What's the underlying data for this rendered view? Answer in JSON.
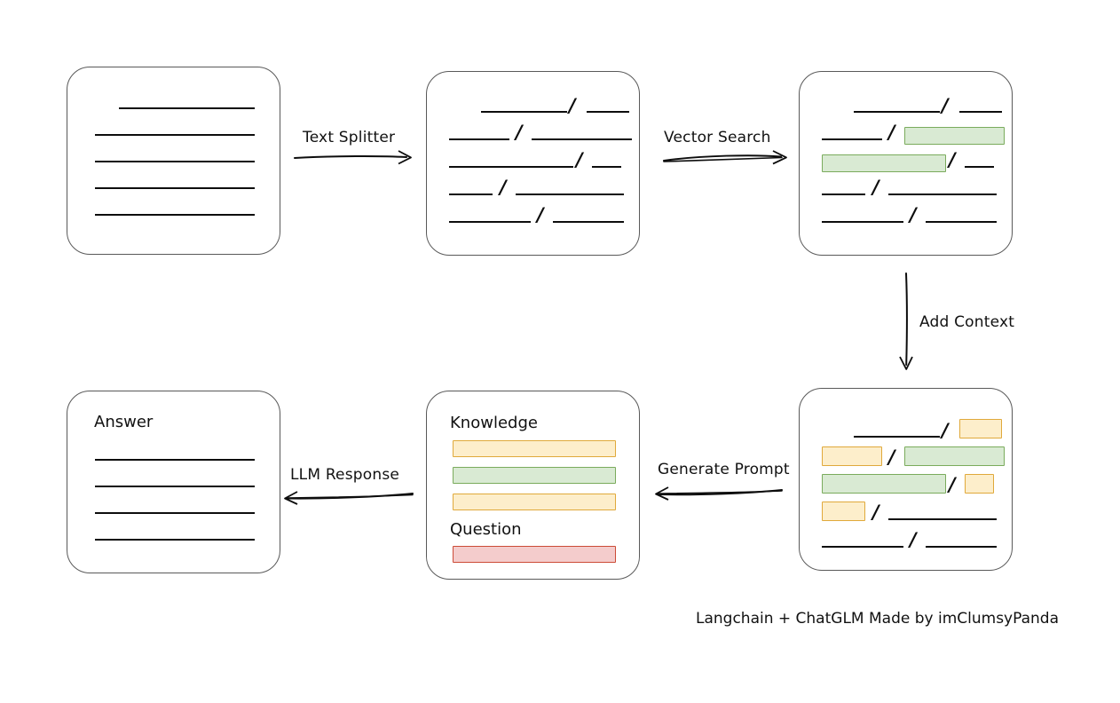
{
  "diagram": {
    "title_note": "Langchain + ChatGLM Made by imClumsyPanda",
    "arrows": [
      {
        "id": "text-splitter",
        "label": "Text Splitter",
        "direction": "right"
      },
      {
        "id": "vector-search",
        "label": "Vector Search",
        "direction": "right"
      },
      {
        "id": "add-context",
        "label": "Add Context",
        "direction": "down"
      },
      {
        "id": "generate-prompt",
        "label": "Generate Prompt",
        "direction": "left"
      },
      {
        "id": "llm-response",
        "label": "LLM Response",
        "direction": "left"
      }
    ],
    "boxes": [
      {
        "id": "source-document",
        "heading": "",
        "lines": [
          {
            "segments": [
              {
                "type": "line",
                "width": 153,
                "indent": 28
              }
            ]
          },
          {
            "segments": [
              {
                "type": "line",
                "width": 180,
                "indent": 0
              }
            ]
          },
          {
            "segments": [
              {
                "type": "line",
                "width": 180,
                "indent": 0
              }
            ]
          },
          {
            "segments": [
              {
                "type": "line",
                "width": 180,
                "indent": 0
              }
            ]
          },
          {
            "segments": [
              {
                "type": "line",
                "width": 180,
                "indent": 0
              }
            ]
          }
        ]
      },
      {
        "id": "split-chunks",
        "heading": "",
        "lines": [
          {
            "indent": 36,
            "segments": [
              {
                "type": "line",
                "width": 97
              },
              {
                "type": "slash"
              },
              {
                "type": "line",
                "width": 48
              }
            ]
          },
          {
            "indent": 0,
            "segments": [
              {
                "type": "line",
                "width": 68
              },
              {
                "type": "slash"
              },
              {
                "type": "line",
                "width": 113
              }
            ]
          },
          {
            "indent": 0,
            "segments": [
              {
                "type": "line",
                "width": 140
              },
              {
                "type": "slash"
              },
              {
                "type": "line",
                "width": 33
              }
            ]
          },
          {
            "indent": 0,
            "segments": [
              {
                "type": "line",
                "width": 49
              },
              {
                "type": "slash"
              },
              {
                "type": "line",
                "width": 122
              }
            ]
          },
          {
            "indent": 0,
            "segments": [
              {
                "type": "line",
                "width": 92
              },
              {
                "type": "slash"
              },
              {
                "type": "line",
                "width": 80
              }
            ]
          }
        ]
      },
      {
        "id": "vector-matched-chunks",
        "heading": "",
        "lines": [
          {
            "indent": 36,
            "segments": [
              {
                "type": "line",
                "width": 97
              },
              {
                "type": "slash"
              },
              {
                "type": "line",
                "width": 48
              }
            ]
          },
          {
            "indent": 0,
            "segments": [
              {
                "type": "line",
                "width": 68
              },
              {
                "type": "slash"
              },
              {
                "type": "green",
                "width": 113
              }
            ]
          },
          {
            "indent": 0,
            "segments": [
              {
                "type": "green",
                "width": 140
              },
              {
                "type": "slash"
              },
              {
                "type": "line",
                "width": 33
              }
            ]
          },
          {
            "indent": 0,
            "segments": [
              {
                "type": "line",
                "width": 49
              },
              {
                "type": "slash"
              },
              {
                "type": "line",
                "width": 122
              }
            ]
          },
          {
            "indent": 0,
            "segments": [
              {
                "type": "line",
                "width": 92
              },
              {
                "type": "slash"
              },
              {
                "type": "line",
                "width": 80
              }
            ]
          }
        ]
      },
      {
        "id": "context-chunks",
        "heading": "",
        "lines": [
          {
            "indent": 36,
            "segments": [
              {
                "type": "line",
                "width": 97
              },
              {
                "type": "slash"
              },
              {
                "type": "yellow",
                "width": 48
              }
            ]
          },
          {
            "indent": 0,
            "segments": [
              {
                "type": "yellow",
                "width": 68
              },
              {
                "type": "slash"
              },
              {
                "type": "green",
                "width": 113
              }
            ]
          },
          {
            "indent": 0,
            "segments": [
              {
                "type": "green",
                "width": 140
              },
              {
                "type": "slash"
              },
              {
                "type": "yellow",
                "width": 33
              }
            ]
          },
          {
            "indent": 0,
            "segments": [
              {
                "type": "yellow",
                "width": 49
              },
              {
                "type": "slash"
              },
              {
                "type": "line",
                "width": 122
              }
            ]
          },
          {
            "indent": 0,
            "segments": [
              {
                "type": "line",
                "width": 92
              },
              {
                "type": "slash"
              },
              {
                "type": "line",
                "width": 80
              }
            ]
          }
        ]
      }
    ],
    "prompt_box": {
      "id": "prompt",
      "knowledge_label": "Knowledge",
      "question_label": "Question",
      "knowledge_bars": [
        {
          "color": "yellow"
        },
        {
          "color": "green"
        },
        {
          "color": "yellow"
        }
      ],
      "question_bars": [
        {
          "color": "red"
        }
      ]
    },
    "answer_box": {
      "id": "answer",
      "heading": "Answer",
      "line_count": 4
    },
    "colors": {
      "green_fill": "#d9ead3",
      "green_border": "#7aab5c",
      "yellow_fill": "#fdeecb",
      "yellow_border": "#e0a93b",
      "red_fill": "#f4cccc",
      "red_border": "#cc4b37",
      "box_border": "#595959",
      "ink": "#0d0d0d",
      "background": "#ffffff"
    }
  }
}
